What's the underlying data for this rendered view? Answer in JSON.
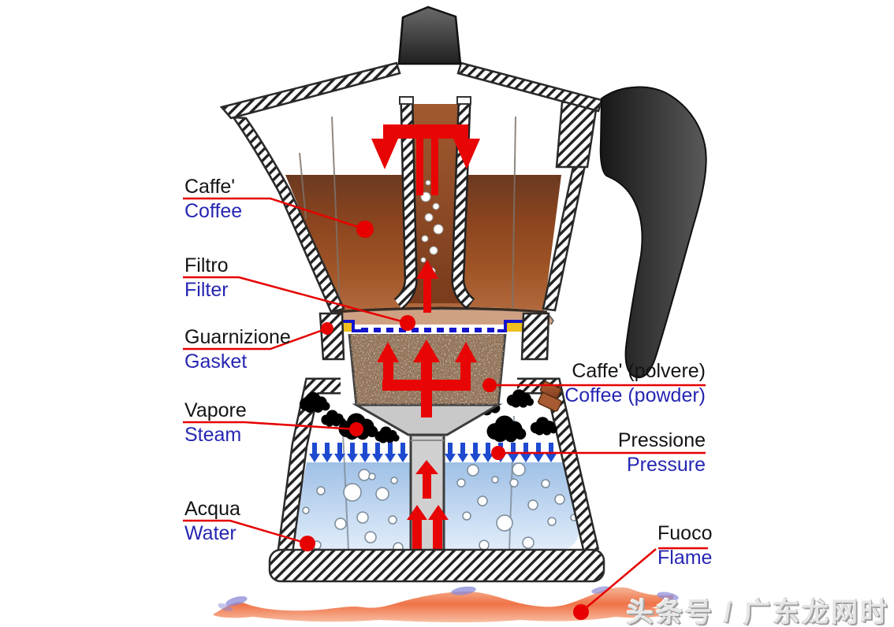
{
  "subject": "Moka pot (stovetop espresso maker) cross-section diagram with Italian and English part labels",
  "labels": {
    "coffee": {
      "it": "Caffe'",
      "en": "Coffee"
    },
    "filter": {
      "it": "Filtro",
      "en": "Filter"
    },
    "gasket": {
      "it": "Guarnizione",
      "en": "Gasket"
    },
    "steam": {
      "it": "Vapore",
      "en": "Steam"
    },
    "water": {
      "it": "Acqua",
      "en": "Water"
    },
    "coffee_powder": {
      "it": "Caffe' (polvere)",
      "en": "Coffee (powder)"
    },
    "pressure": {
      "it": "Pressione",
      "en": "Pressure"
    },
    "flame": {
      "it": "Fuoco",
      "en": "Flame"
    }
  },
  "watermark": "头条号 / 广东龙网时",
  "colors": {
    "label_italian": "#141414",
    "label_english": "#2626b2",
    "leader_line": "#e60000",
    "flow_arrow_red": "#e80505",
    "pressure_arrow_blue": "#1e4ad0",
    "filter_blue": "#1414cc",
    "gasket_yellow": "#f0c01c",
    "coffee_dark": "#6b3a20",
    "coffee_light": "#b26a3e",
    "coffee_grounds": "#9a7a5f",
    "water_top": "#9fc0e6",
    "water_bottom": "#e6f0fb",
    "steam_cloud": "#cfe8f7",
    "flame_orange": "#ef7348",
    "flame_accent": "#8a8ad8",
    "metal_outline": "#2a2a2a",
    "handle_dark": "#1c1c1c"
  }
}
